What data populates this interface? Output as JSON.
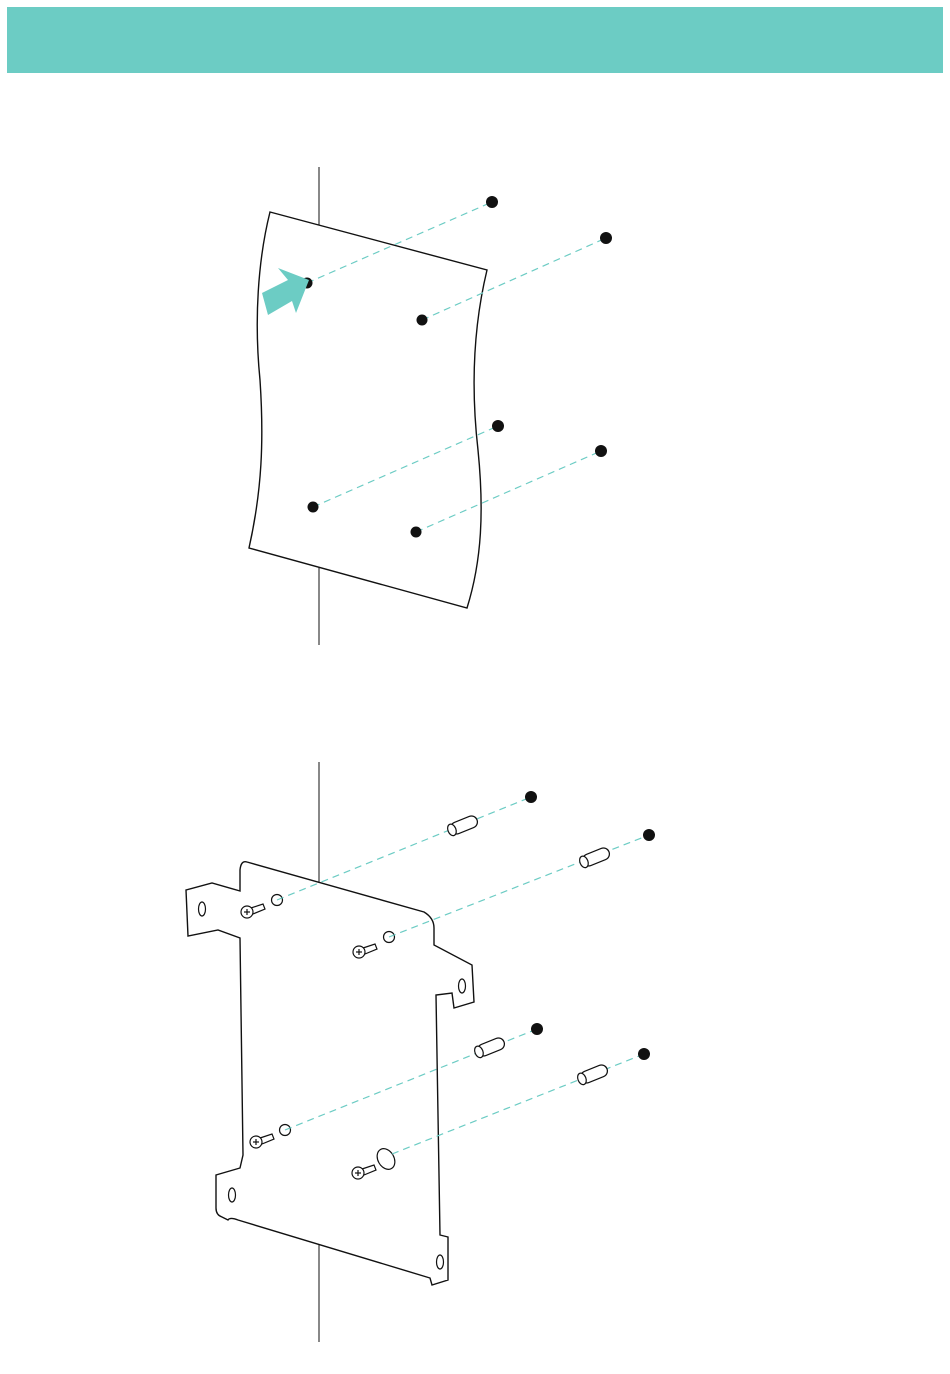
{
  "colors": {
    "header_bar": "#6CCCC4",
    "guide_line": "#6CCCC4",
    "arrow": "#6CCCC4",
    "line_art": "#111111",
    "drill_hole": "#111111",
    "background": "#FFFFFF"
  },
  "header": {
    "title": ""
  },
  "steps": [
    {
      "name": "mark-drill-holes",
      "icons": [
        "paper-template-icon",
        "wall-edge-icon",
        "arrow-icon",
        "drill-hole-icon"
      ],
      "drill_holes_on_template": 4,
      "drill_holes_on_wall": 4
    },
    {
      "name": "insert-anchors-and-mount-bracket",
      "icons": [
        "mounting-bracket-icon",
        "wall-edge-icon",
        "wall-anchor-icon",
        "screw-icon",
        "drill-hole-icon"
      ],
      "anchors": 4,
      "screws": 4
    }
  ]
}
